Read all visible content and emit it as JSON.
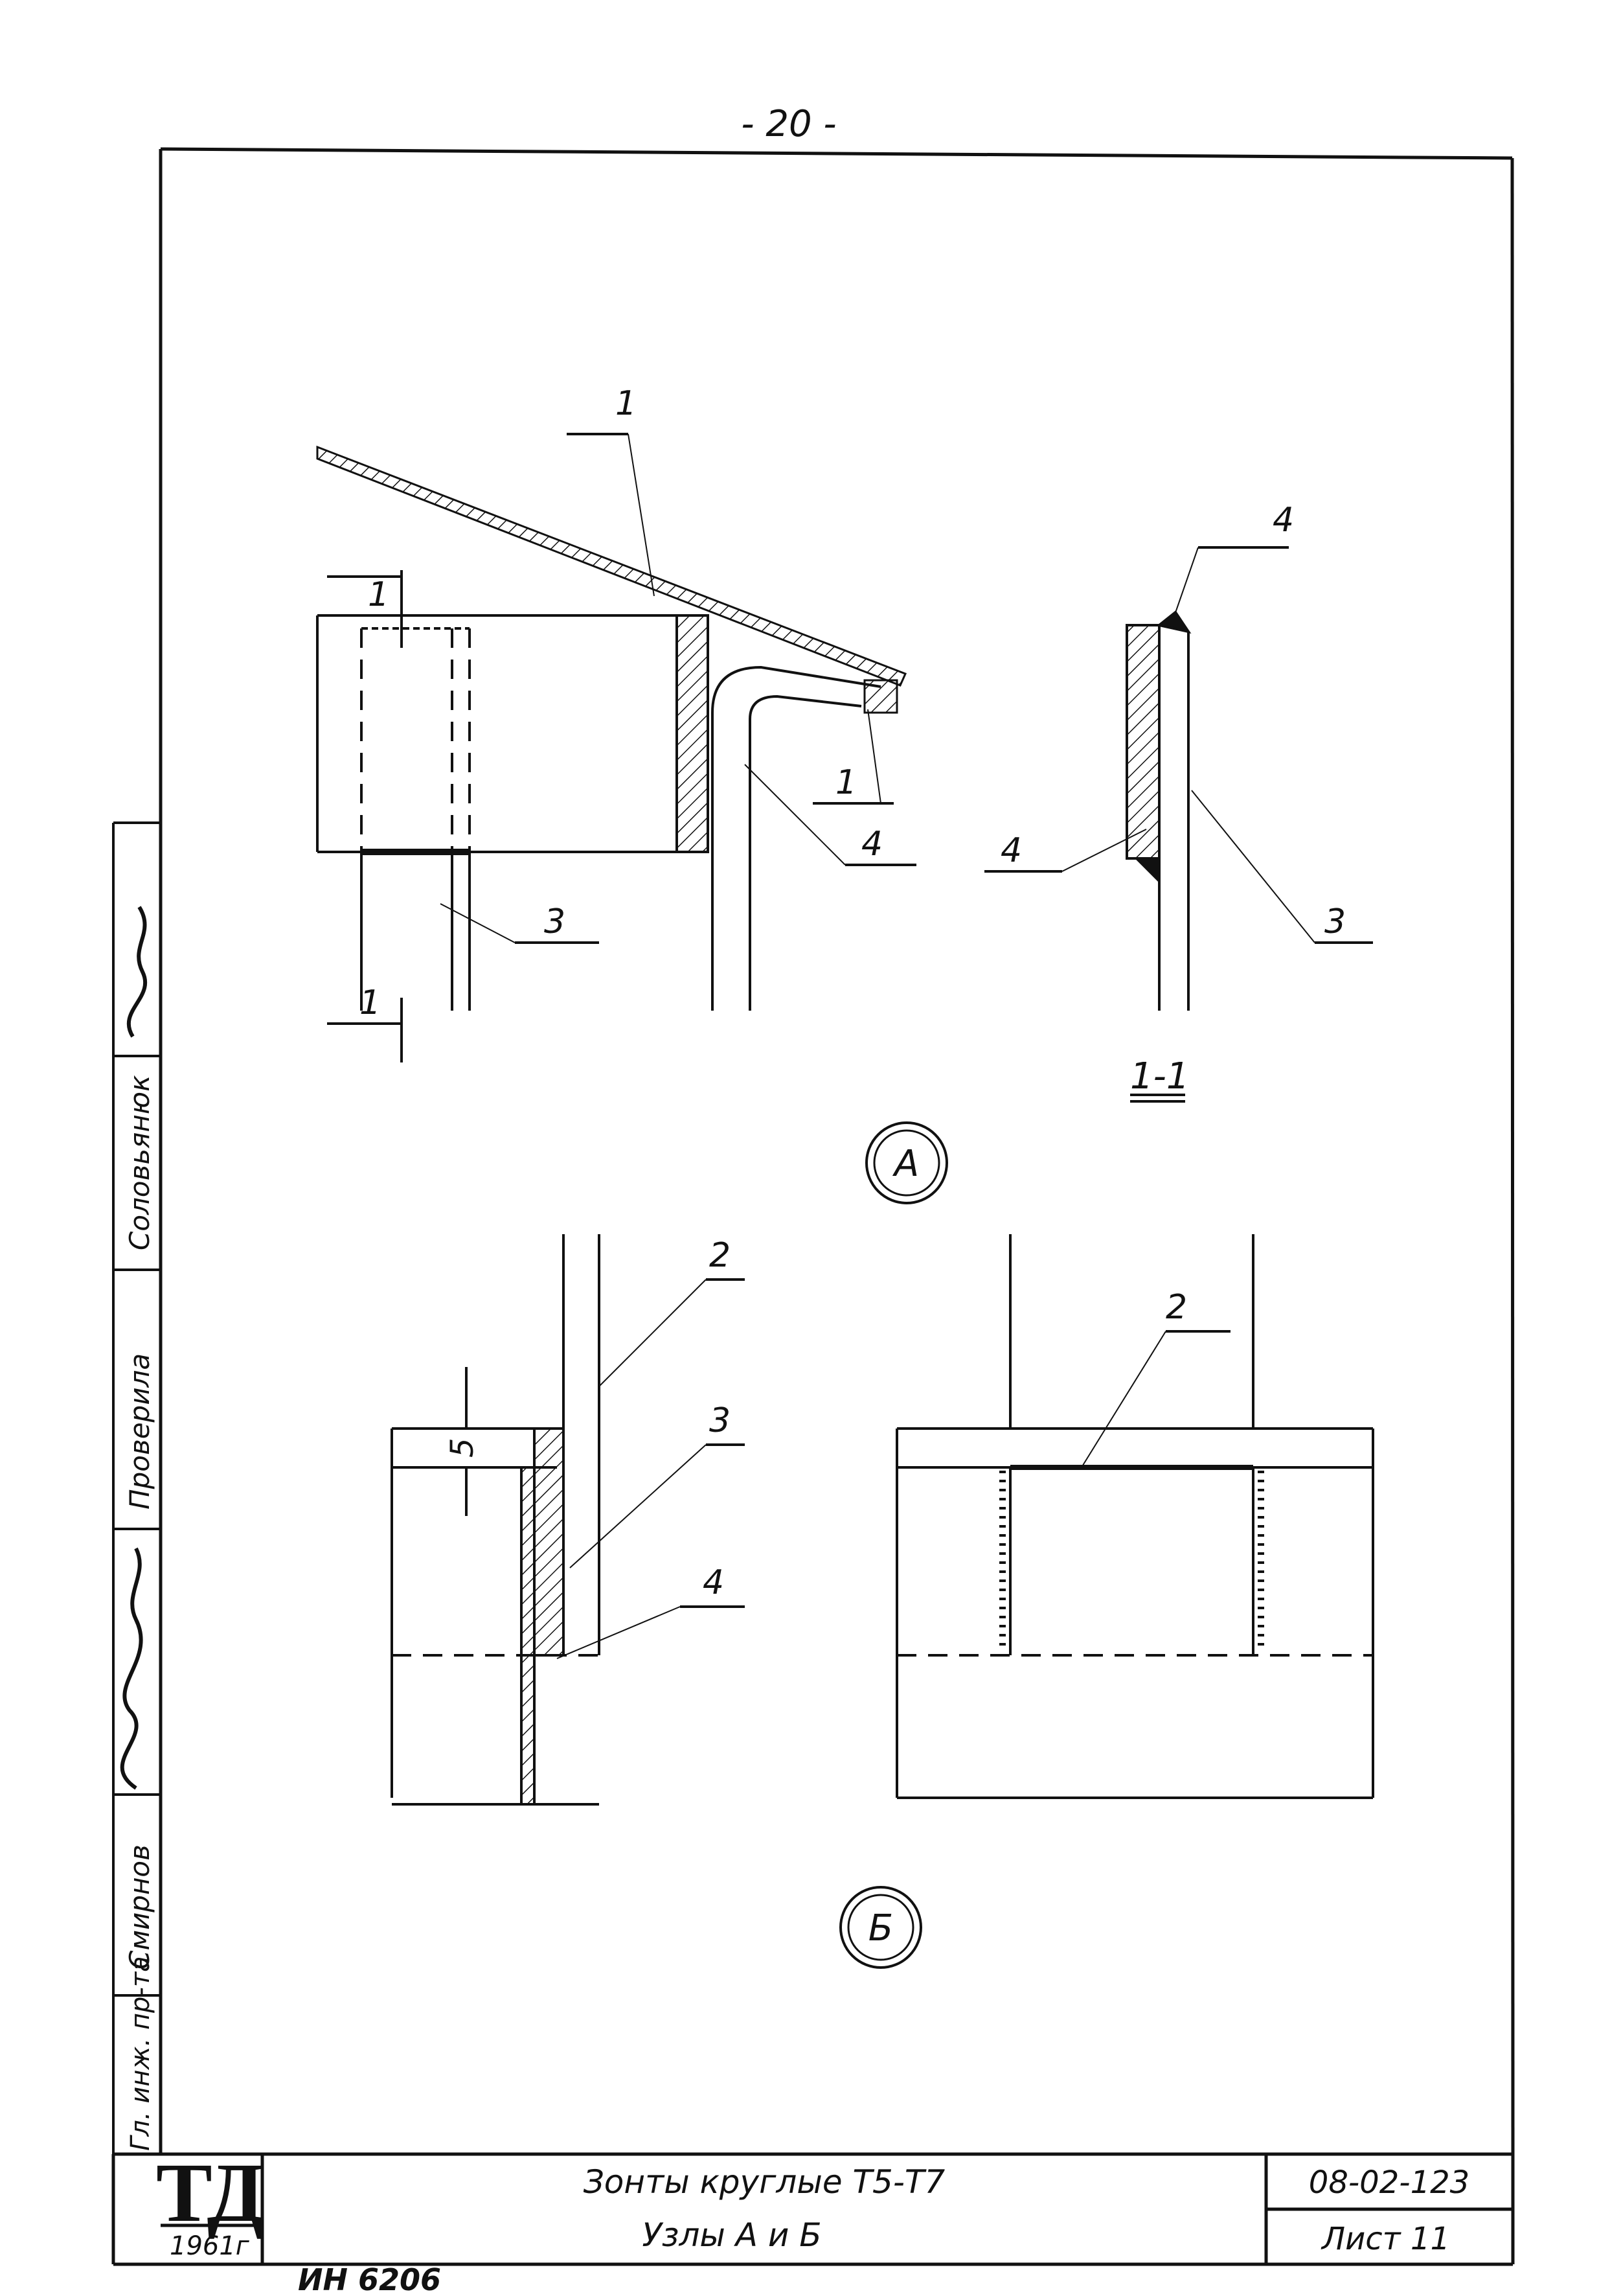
{
  "page_number": "- 20 -",
  "node_a": {
    "circle_label": "А",
    "section_label": "1-1",
    "callouts": {
      "roof": "1",
      "cut_top": "1",
      "cut_bottom": "1",
      "cut_right": "1",
      "bent_rod": "4",
      "post": "3",
      "section_top": "4",
      "section_weld": "4",
      "section_post": "3"
    }
  },
  "node_b": {
    "circle_label": "Б",
    "dimension": "5",
    "callouts": {
      "left_2": "2",
      "left_3": "3",
      "left_4": "4",
      "right_2": "2"
    }
  },
  "stamp": {
    "logo": "ТД",
    "year": "1961г",
    "title_line1": "Зонты   круглые   Т5-Т7",
    "title_line2": "Узлы  А и Б",
    "code": "08-02-123",
    "sheet": "Лист 11"
  },
  "side_column": {
    "row1": "Гл. инж. пр-та",
    "row2": "Смирнов",
    "row3": "Проверила",
    "row4": "Соловьянюк"
  },
  "inventory_number": "ИН 6206"
}
